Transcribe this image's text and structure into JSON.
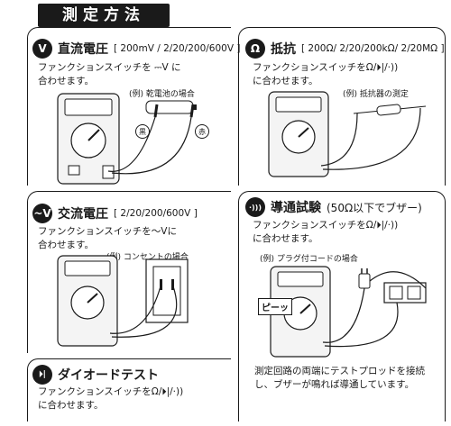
{
  "title": "測定方法",
  "sections": {
    "dcv": {
      "icon": "V",
      "title": "直流電圧",
      "range": "[ 200mV / 2/20/200/600V ]",
      "instr_line1": "ファンクションスイッチを ⎓V に",
      "instr_line2": "合わせます。",
      "example": "(例) 乾電池の場合",
      "probe_black": "黒",
      "probe_red": "赤"
    },
    "ohm": {
      "icon": "Ω",
      "title": "抵抗",
      "range": "[ 200Ω/ 2/20/200kΩ/ 2/20MΩ ]",
      "instr_line1": "ファンクションスイッチをΩ/⏵|/·))",
      "instr_line2": "に合わせます。",
      "example": "(例) 抵抗器の測定"
    },
    "acv": {
      "icon": "~V",
      "title": "交流電圧",
      "range": "[ 2/20/200/600V ]",
      "instr_line1": "ファンクションスイッチを～Vに",
      "instr_line2": "合わせます。",
      "example": "(例) コンセントの場合"
    },
    "continuity": {
      "icon": "·)))",
      "title": "導通試験",
      "range": "(50Ω以下でブザー)",
      "instr_line1": "ファンクションスイッチをΩ/⏵|/·))",
      "instr_line2": "に合わせます。",
      "example": "(例) プラグ付コードの場合",
      "buzzer": "ピーッ",
      "note_line1": "測定回路の両端にテストプロッドを接続",
      "note_line2": "し、ブザーが鳴れば導通しています。"
    },
    "diode": {
      "icon": "⏵|",
      "title": "ダイオードテスト",
      "instr_line1": "ファンクションスイッチをΩ/⏵|/·))",
      "instr_line2": "に合わせます。"
    }
  },
  "colors": {
    "ink": "#1a1a1a",
    "paper": "#ffffff",
    "meter_body": "#f4f4f4"
  }
}
